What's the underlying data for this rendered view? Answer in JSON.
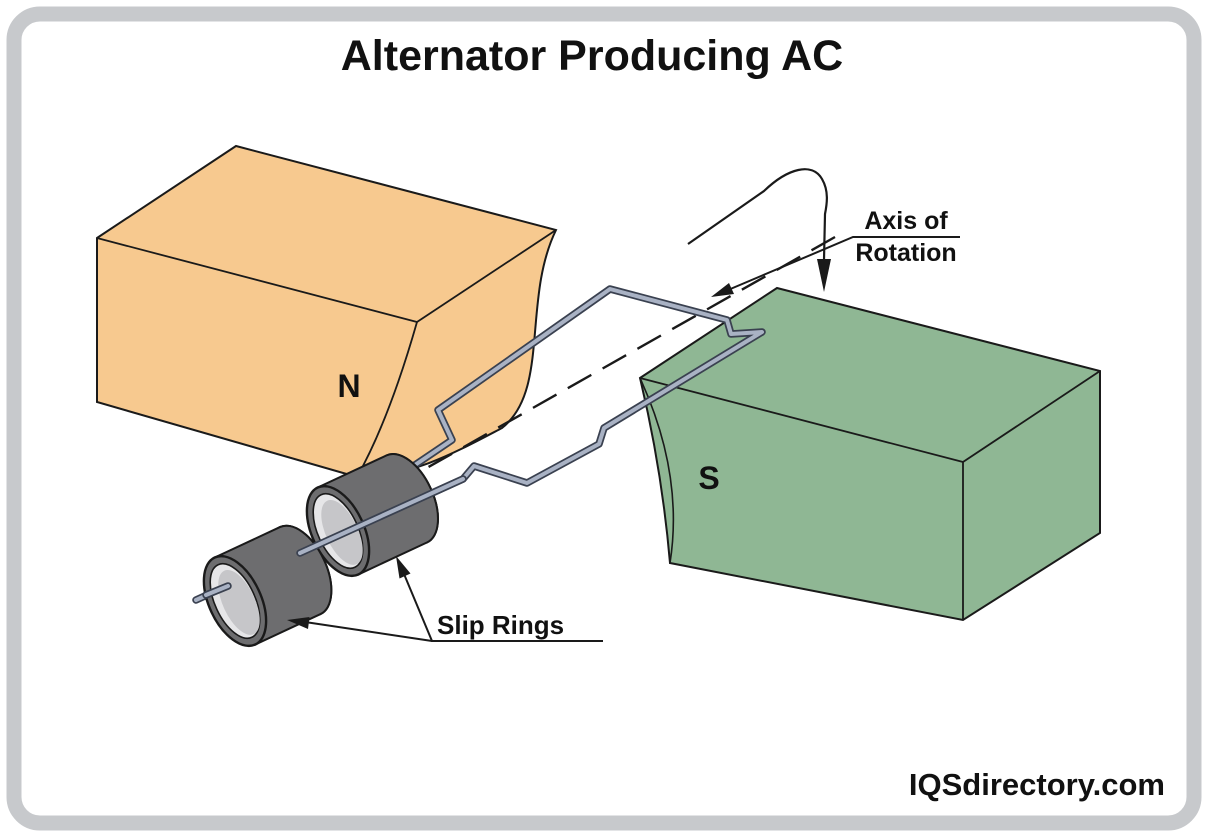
{
  "title": "Alternator Producing AC",
  "watermark": "IQSdirectory.com",
  "labels": {
    "north_pole": "N",
    "south_pole": "S",
    "axis_line1": "Axis of",
    "axis_line2": "Rotation",
    "slip_rings": "Slip Rings"
  },
  "icons": {
    "rotation_arrow": "curved-rotation-arrow",
    "axis_leader_arrow": "leader-arrowhead",
    "slip_ring_arrows": "leader-arrowheads"
  },
  "colors": {
    "frame": "#c7c9cc",
    "magnet_north": "#f7c98f",
    "magnet_south": "#8fb794",
    "wire_core": "#a9b2c4",
    "wire_edge": "#3a4150",
    "ring_body": "#6d6d6f",
    "ring_back": "#616163",
    "ring_opening_light": "#e6e6e8",
    "ring_opening": "#c6c6c9",
    "outline": "#1a1a1a",
    "text": "#111111"
  }
}
